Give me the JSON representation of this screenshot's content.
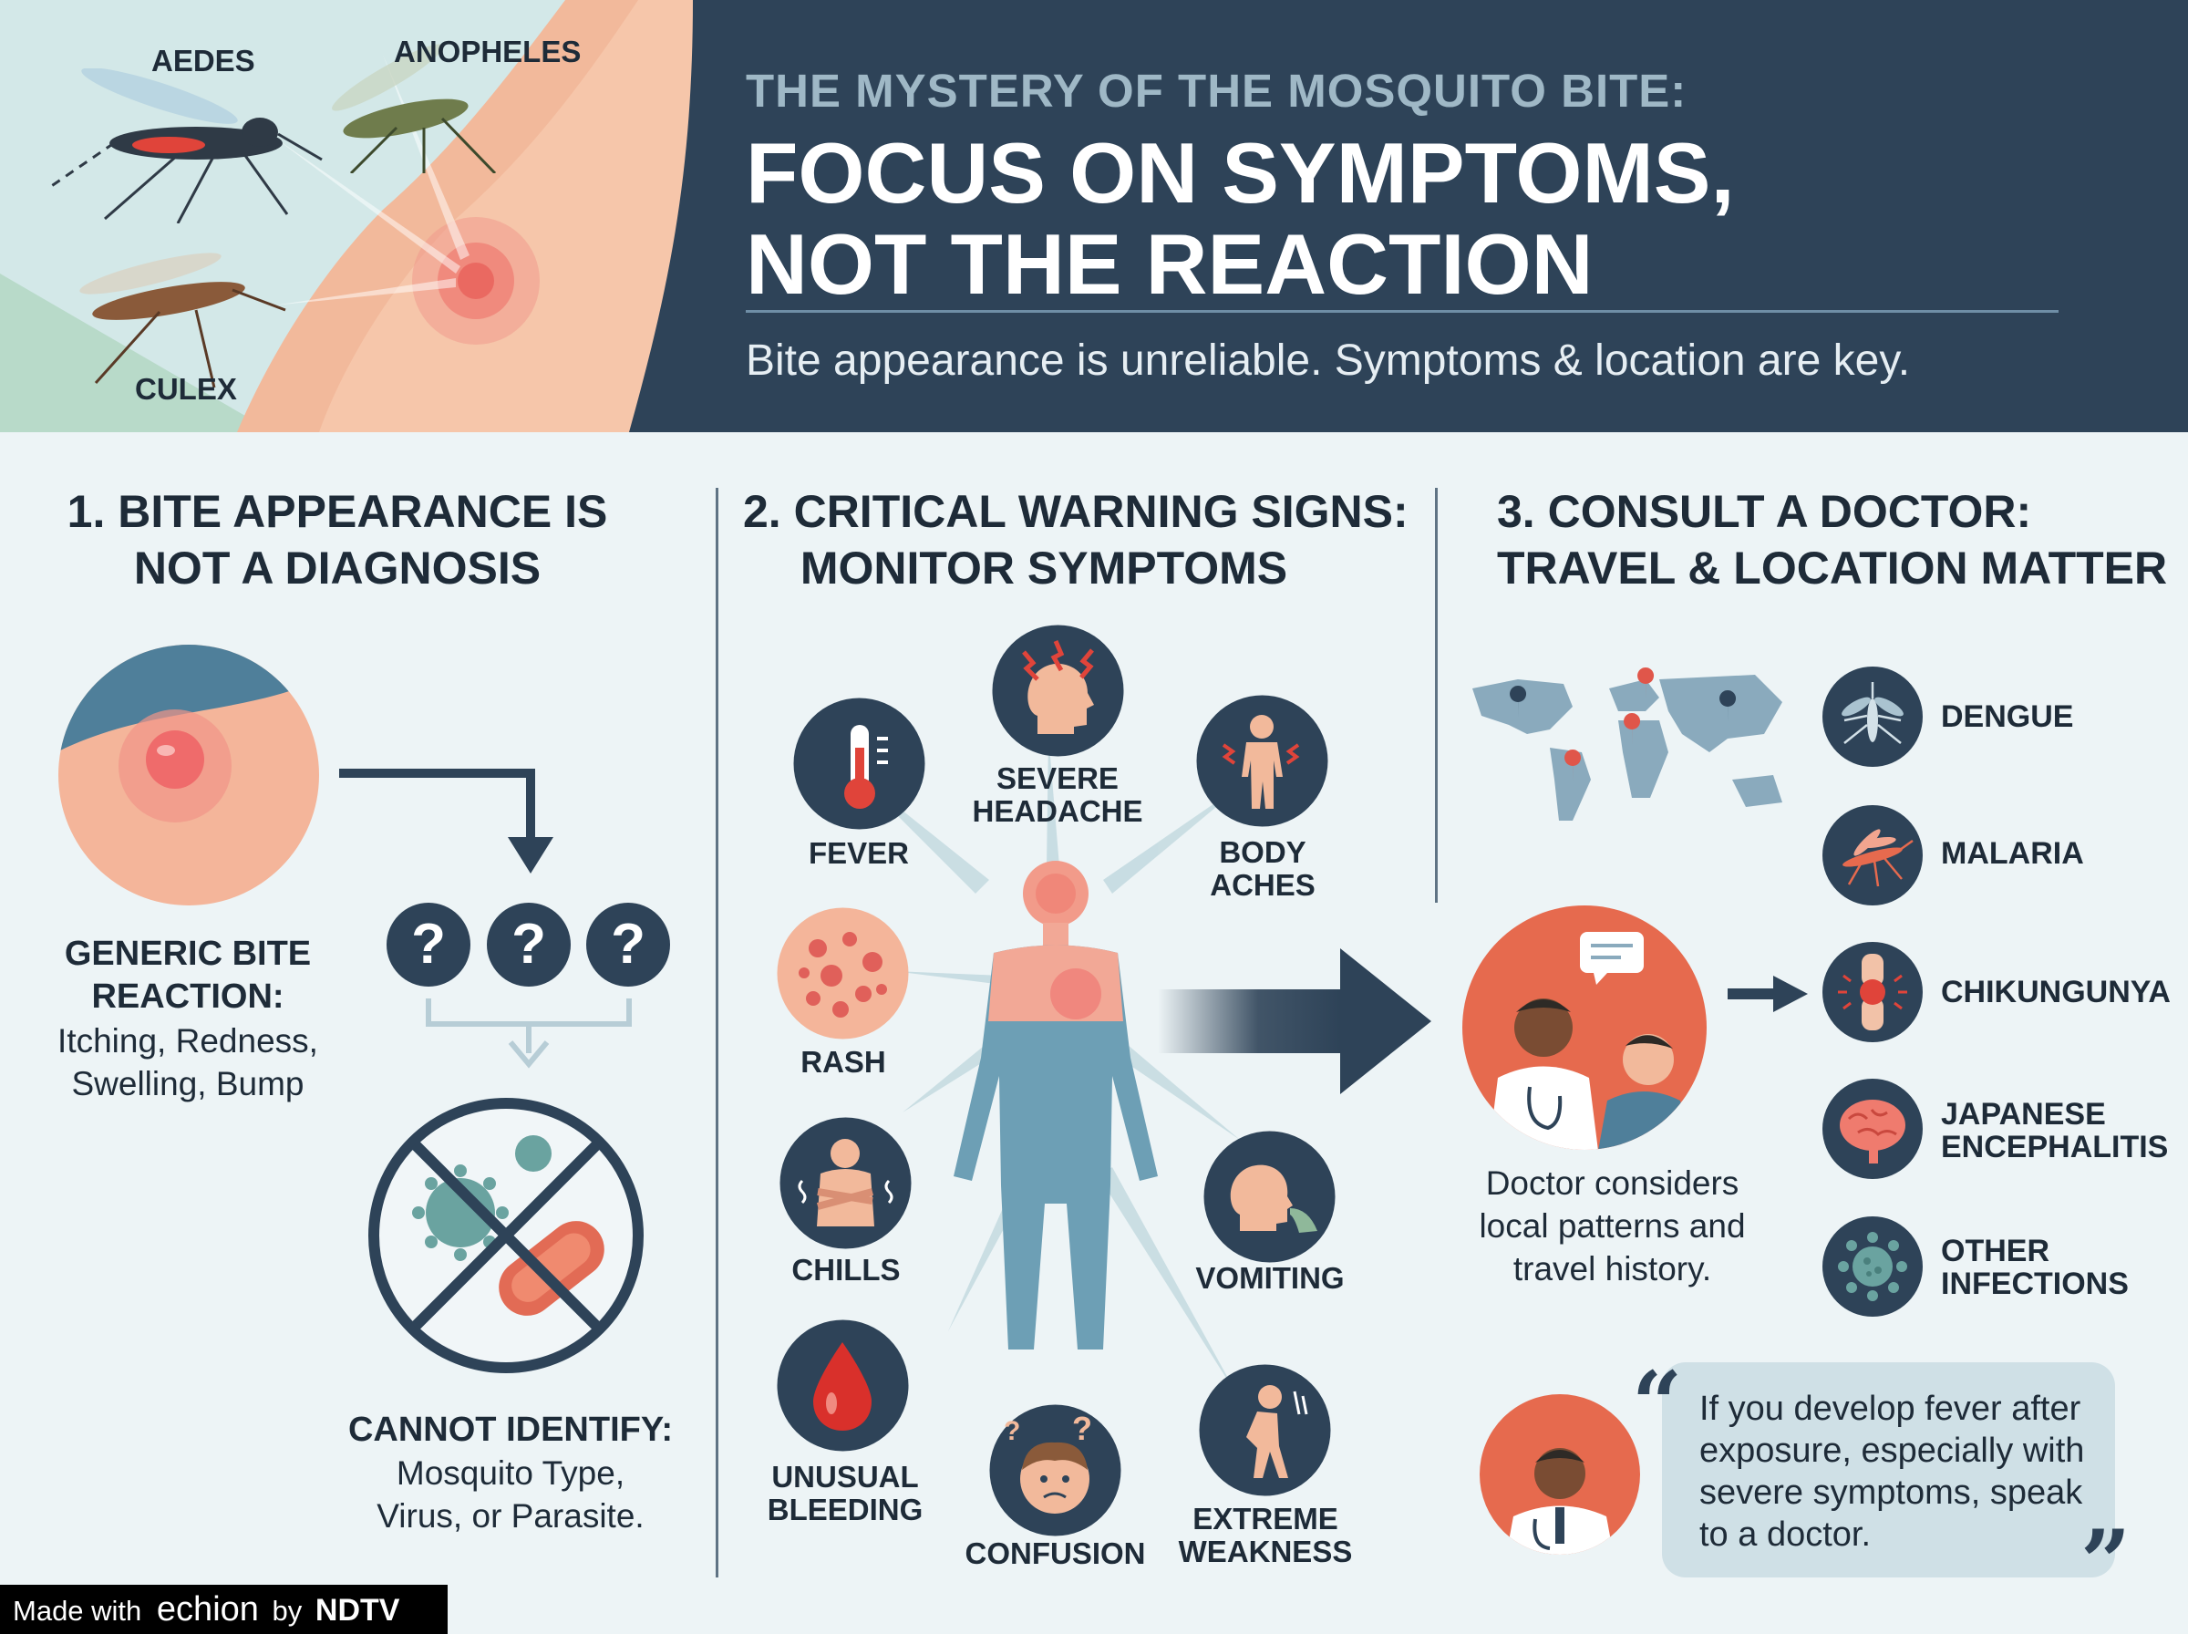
{
  "header": {
    "mosquitoes": [
      "AEDES",
      "ANOPHELES",
      "CULEX"
    ],
    "supertitle": "THE MYSTERY OF THE MOSQUITO BITE:",
    "title_line1": "FOCUS ON SYMPTOMS,",
    "title_line2": "NOT THE REACTION",
    "subtitle": "Bite appearance is unreliable. Symptoms & location are key."
  },
  "section1": {
    "title_line1": "1. BITE APPEARANCE IS",
    "title_line2": "NOT A DIAGNOSIS",
    "question_marks": [
      "?",
      "?",
      "?"
    ],
    "generic_title_line1": "GENERIC BITE",
    "generic_title_line2": "REACTION:",
    "generic_text_line1": "Itching, Redness,",
    "generic_text_line2": "Swelling, Bump",
    "cannot_title": "CANNOT IDENTIFY:",
    "cannot_text_line1": "Mosquito Type,",
    "cannot_text_line2": "Virus, or Parasite."
  },
  "section2": {
    "title_line1": "2. CRITICAL WARNING SIGNS:",
    "title_line2": "MONITOR SYMPTOMS",
    "symptoms": {
      "fever": "FEVER",
      "headache_line1": "SEVERE",
      "headache_line2": "HEADACHE",
      "aches_line1": "BODY",
      "aches_line2": "ACHES",
      "rash": "RASH",
      "chills": "CHILLS",
      "vomiting": "VOMITING",
      "bleeding_line1": "UNUSUAL",
      "bleeding_line2": "BLEEDING",
      "confusion": "CONFUSION",
      "weakness_line1": "EXTREME",
      "weakness_line2": "WEAKNESS"
    }
  },
  "section3": {
    "title_line1": "3. CONSULT A DOCTOR:",
    "title_line2": "TRAVEL & LOCATION MATTER",
    "doctor_text_line1": "Doctor considers",
    "doctor_text_line2": "local patterns and",
    "doctor_text_line3": "travel history.",
    "diseases": {
      "dengue": "DENGUE",
      "malaria": "MALARIA",
      "chikungunya": "CHIKUNGUNYA",
      "je_line1": "JAPANESE",
      "je_line2": "ENCEPHALITIS",
      "other_line1": "OTHER",
      "other_line2": "INFECTIONS"
    },
    "quote_line1": "If you develop fever after",
    "quote_line2": "exposure, especially with",
    "quote_line3": "severe symptoms, speak",
    "quote_line4": "to a doctor.",
    "quote_open": "“",
    "quote_close": "”"
  },
  "footer": {
    "made_with": "Made with",
    "brand": "echion",
    "by": "by",
    "partner": "NDTV"
  },
  "colors": {
    "navy": "#2e4358",
    "background": "#edf4f6",
    "accent_red": "#e0564a",
    "skin": "#f2b99b",
    "teal": "#cfe6e6"
  }
}
